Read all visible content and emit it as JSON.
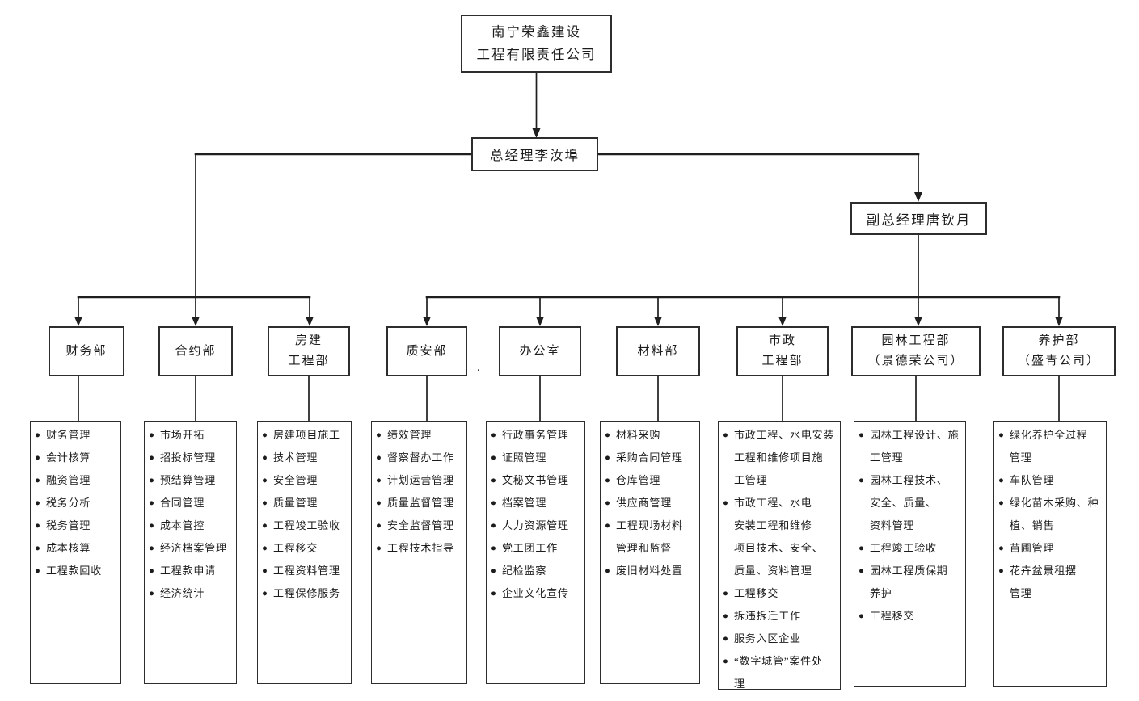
{
  "org": {
    "company": {
      "name_lines": [
        "南宁荣鑫建设",
        "工程有限责任公司"
      ]
    },
    "general_manager": {
      "title": "总经理李汝埠"
    },
    "deputy_manager": {
      "title": "副总经理唐钦月"
    },
    "stray_mark": ".",
    "departments": [
      {
        "name_lines": [
          "财务部"
        ],
        "duties": [
          [
            "财务管理"
          ],
          [
            "会计核算"
          ],
          [
            "融资管理"
          ],
          [
            "税务分析"
          ],
          [
            "税务管理"
          ],
          [
            "成本核算"
          ],
          [
            "工程款回收"
          ]
        ]
      },
      {
        "name_lines": [
          "合约部"
        ],
        "duties": [
          [
            "市场开拓"
          ],
          [
            "招投标管理"
          ],
          [
            "预结算管理"
          ],
          [
            "合同管理"
          ],
          [
            "成本管控"
          ],
          [
            "经济档案管理"
          ],
          [
            "工程款申请"
          ],
          [
            "经济统计"
          ]
        ]
      },
      {
        "name_lines": [
          "房建",
          "工程部"
        ],
        "duties": [
          [
            "房建项目施工"
          ],
          [
            "技术管理"
          ],
          [
            "安全管理"
          ],
          [
            "质量管理"
          ],
          [
            "工程竣工验收"
          ],
          [
            "工程移交"
          ],
          [
            "工程资料管理"
          ],
          [
            "工程保修服务"
          ]
        ]
      },
      {
        "name_lines": [
          "质安部"
        ],
        "duties": [
          [
            "绩效管理"
          ],
          [
            "督察督办工作"
          ],
          [
            "计划运营管理"
          ],
          [
            "质量监督管理"
          ],
          [
            "安全监督管理"
          ],
          [
            "工程技术指导"
          ]
        ]
      },
      {
        "name_lines": [
          "办公室"
        ],
        "duties": [
          [
            "行政事务管理"
          ],
          [
            "证照管理"
          ],
          [
            "文秘文书管理"
          ],
          [
            "档案管理"
          ],
          [
            "人力资源管理"
          ],
          [
            "党工团工作"
          ],
          [
            "纪检监察"
          ],
          [
            "企业文化宣传"
          ]
        ]
      },
      {
        "name_lines": [
          "材料部"
        ],
        "duties": [
          [
            "材料采购"
          ],
          [
            "采购合同管理"
          ],
          [
            "仓库管理"
          ],
          [
            "供应商管理"
          ],
          [
            "工程现场材料",
            "管理和监督"
          ],
          [
            "废旧材料处置"
          ]
        ]
      },
      {
        "name_lines": [
          "市政",
          "工程部"
        ],
        "duties": [
          [
            "市政工程、水电安装",
            "工程和维修项目施",
            "工管理"
          ],
          [
            "市政工程、水电",
            "安装工程和维修",
            "项目技术、安全、",
            "质量、资料管理"
          ],
          [
            "工程移交"
          ],
          [
            "拆违拆迁工作"
          ],
          [
            "服务入区企业"
          ],
          [
            "“数字城管”案件处",
            "理"
          ]
        ]
      },
      {
        "name_lines": [
          "园林工程部",
          "（景德荣公司）"
        ],
        "duties": [
          [
            "园林工程设计、施",
            "工管理"
          ],
          [
            "园林工程技术、",
            "安全、质量、",
            "资料管理"
          ],
          [
            "工程竣工验收"
          ],
          [
            "园林工程质保期",
            "养护"
          ],
          [
            "工程移交"
          ]
        ]
      },
      {
        "name_lines": [
          "养护部",
          "（盛青公司）"
        ],
        "duties": [
          [
            "绿化养护全过程",
            "管理"
          ],
          [
            "车队管理"
          ],
          [
            "绿化苗木采购、种",
            "植、销售"
          ],
          [
            "苗圃管理"
          ],
          [
            "花卉盆景租摆",
            "管理"
          ]
        ]
      }
    ]
  }
}
